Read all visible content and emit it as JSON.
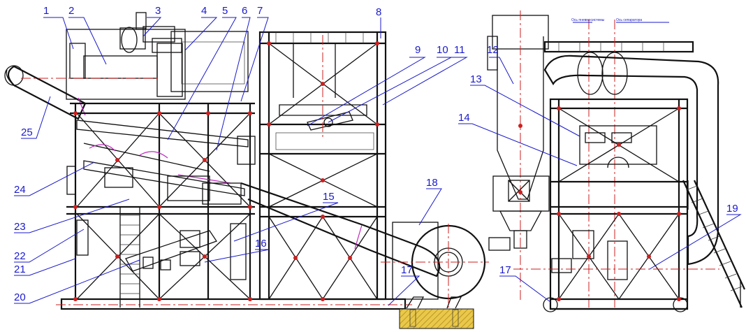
{
  "callouts": [
    {
      "n": "1"
    },
    {
      "n": "2"
    },
    {
      "n": "3"
    },
    {
      "n": "4"
    },
    {
      "n": "5"
    },
    {
      "n": "6"
    },
    {
      "n": "7"
    },
    {
      "n": "8"
    },
    {
      "n": "9"
    },
    {
      "n": "10"
    },
    {
      "n": "11"
    },
    {
      "n": "12"
    },
    {
      "n": "13"
    },
    {
      "n": "14"
    },
    {
      "n": "15"
    },
    {
      "n": "16"
    },
    {
      "n": "17"
    },
    {
      "n": "17"
    },
    {
      "n": "18"
    },
    {
      "n": "19"
    },
    {
      "n": "20"
    },
    {
      "n": "21"
    },
    {
      "n": "22"
    },
    {
      "n": "23"
    },
    {
      "n": "24"
    },
    {
      "n": "25"
    }
  ],
  "axis_labels": {
    "left": "Ось пневмосистемы",
    "right": "Ось сепаратора"
  },
  "colors": {
    "lines": "#111111",
    "callout_text": "#1a1acc",
    "centerline": "#cc1f1f",
    "highlight": "#c028c0",
    "foundation": "#e9c84a"
  }
}
